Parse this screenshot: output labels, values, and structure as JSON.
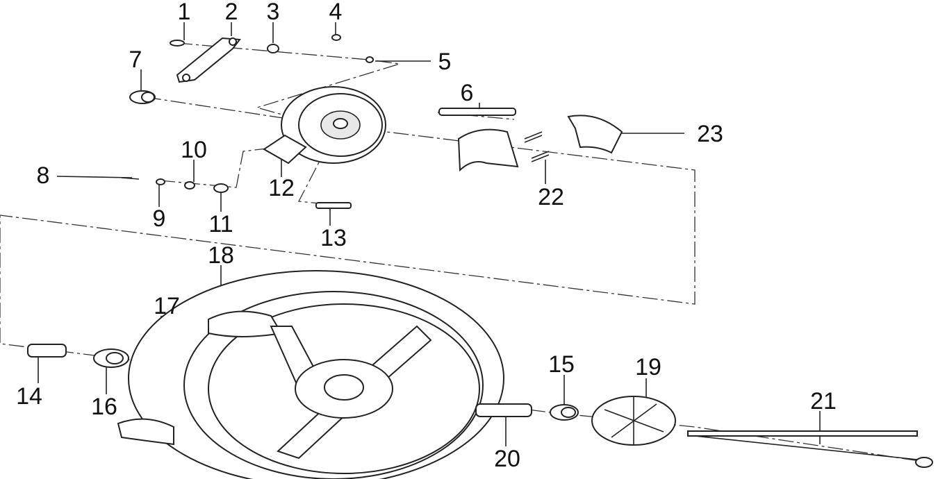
{
  "diagram": {
    "type": "exploded parts diagram",
    "callouts": [
      "1",
      "2",
      "3",
      "4",
      "5",
      "6",
      "7",
      "8",
      "9",
      "10",
      "11",
      "12",
      "13",
      "14",
      "15",
      "16",
      "17",
      "18",
      "19",
      "20",
      "21",
      "22",
      "23"
    ]
  }
}
